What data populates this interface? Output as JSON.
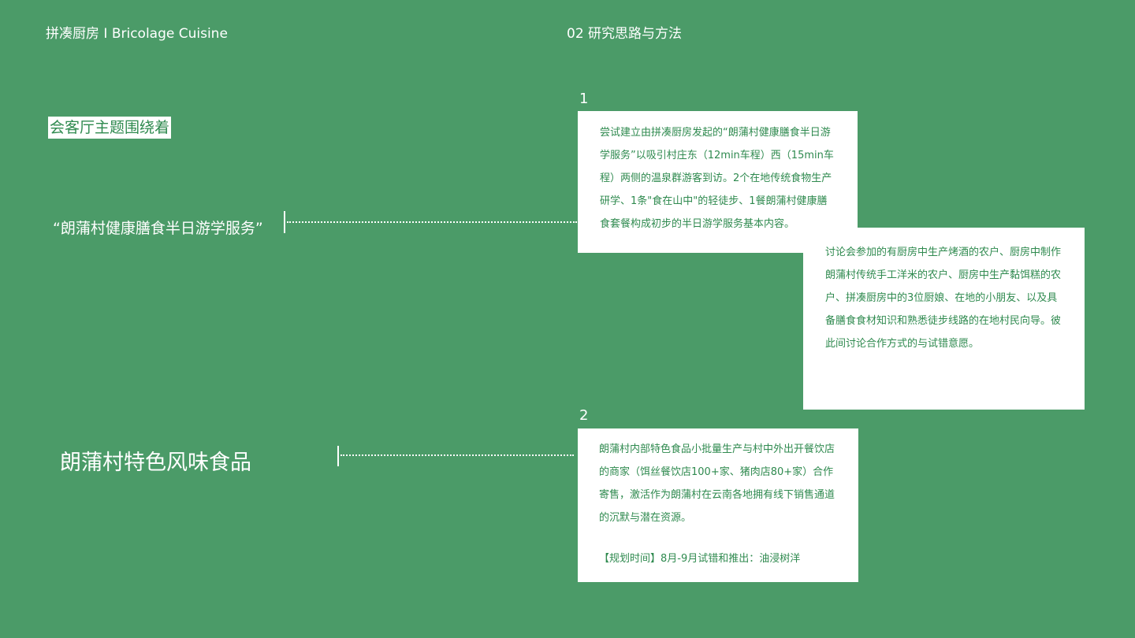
{
  "header": {
    "brand": "拼凑厨房 I Bricolage Cuisine",
    "section": "02 研究思路与方法"
  },
  "left": {
    "tag": "会客厅主题围绕着",
    "quote": "“朗蒲村健康膳食半日游学服务”",
    "heading": "朗蒲村特色风味食品"
  },
  "items": [
    {
      "number": "1",
      "text": "尝试建立由拼凑厨房发起的“朗蒲村健康膳食半日游学服务”以吸引村庄东（12min车程）西（15min车程）两侧的温泉群游客到访。2个在地传统食物生产研学、1条\"食在山中\"的轻徒步、1餐朗蒲村健康膳食套餐构成初步的半日游学服务基本内容。"
    },
    {
      "text": "讨论会参加的有厨房中生产烤酒的农户、厨房中制作朗蒲村传统手工洋米的农户、厨房中生产黏饵糕的农户、拼凑厨房中的3位厨娘、在地的小朋友、以及具备膳食食材知识和熟悉徒步线路的在地村民向导。彼此间讨论合作方式的与试错意愿。"
    },
    {
      "number": "2",
      "text": "朗蒲村内部特色食品小批量生产与村中外出开餐饮店的商家（饵丝餐饮店100+家、猪肉店80+家）合作寄售，激活作为朗蒲村在云南各地拥有线下销售通道的沉默与潜在资源。",
      "note": "【规划时间】8月-9月试错和推出：油浸树洋"
    }
  ],
  "colors": {
    "background": "#4b9b68",
    "accent_text": "#2f8a4f",
    "card": "#ffffff"
  }
}
